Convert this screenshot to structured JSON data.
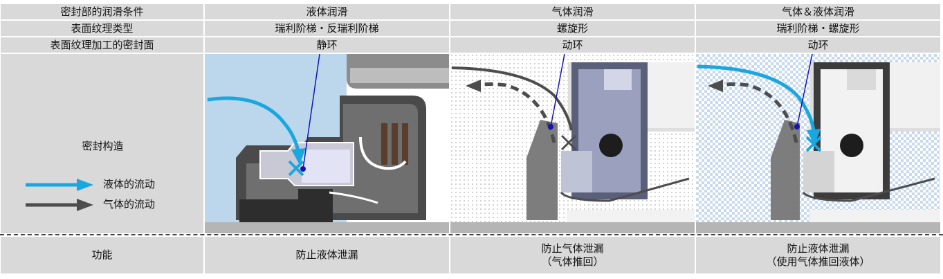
{
  "rows": {
    "condition": {
      "label": "密封部的润滑条件",
      "cols": [
        "液体润滑",
        "气体润滑",
        "气体＆液体润滑"
      ]
    },
    "texture_type": {
      "label": "表面纹理类型",
      "cols": [
        "瑞利阶梯・反瑞利阶梯",
        "螺旋形",
        "瑞利阶梯・螺旋形"
      ]
    },
    "texture_face": {
      "label": "表面纹理加工的密封面",
      "cols": [
        "静环",
        "动环",
        "动环"
      ]
    },
    "structure": {
      "label": "密封构造"
    },
    "function": {
      "label": "功能",
      "cols": [
        "防止液体泄漏",
        "防止气体泄漏\n（气体推回）",
        "防止液体泄漏\n（使用气体推回液体）"
      ]
    }
  },
  "legend": {
    "liquid": "液体的流动",
    "gas": "气体的流动"
  },
  "colors": {
    "cell_bg": "#d9d9d9",
    "liquid_arrow": "#1aa6df",
    "gas_arrow": "#4d4d4d",
    "liquid_bg": "#bcd7ec",
    "pointer_line": "#1414b4"
  },
  "icons": {
    "mark_x": "x-mark-icon"
  }
}
